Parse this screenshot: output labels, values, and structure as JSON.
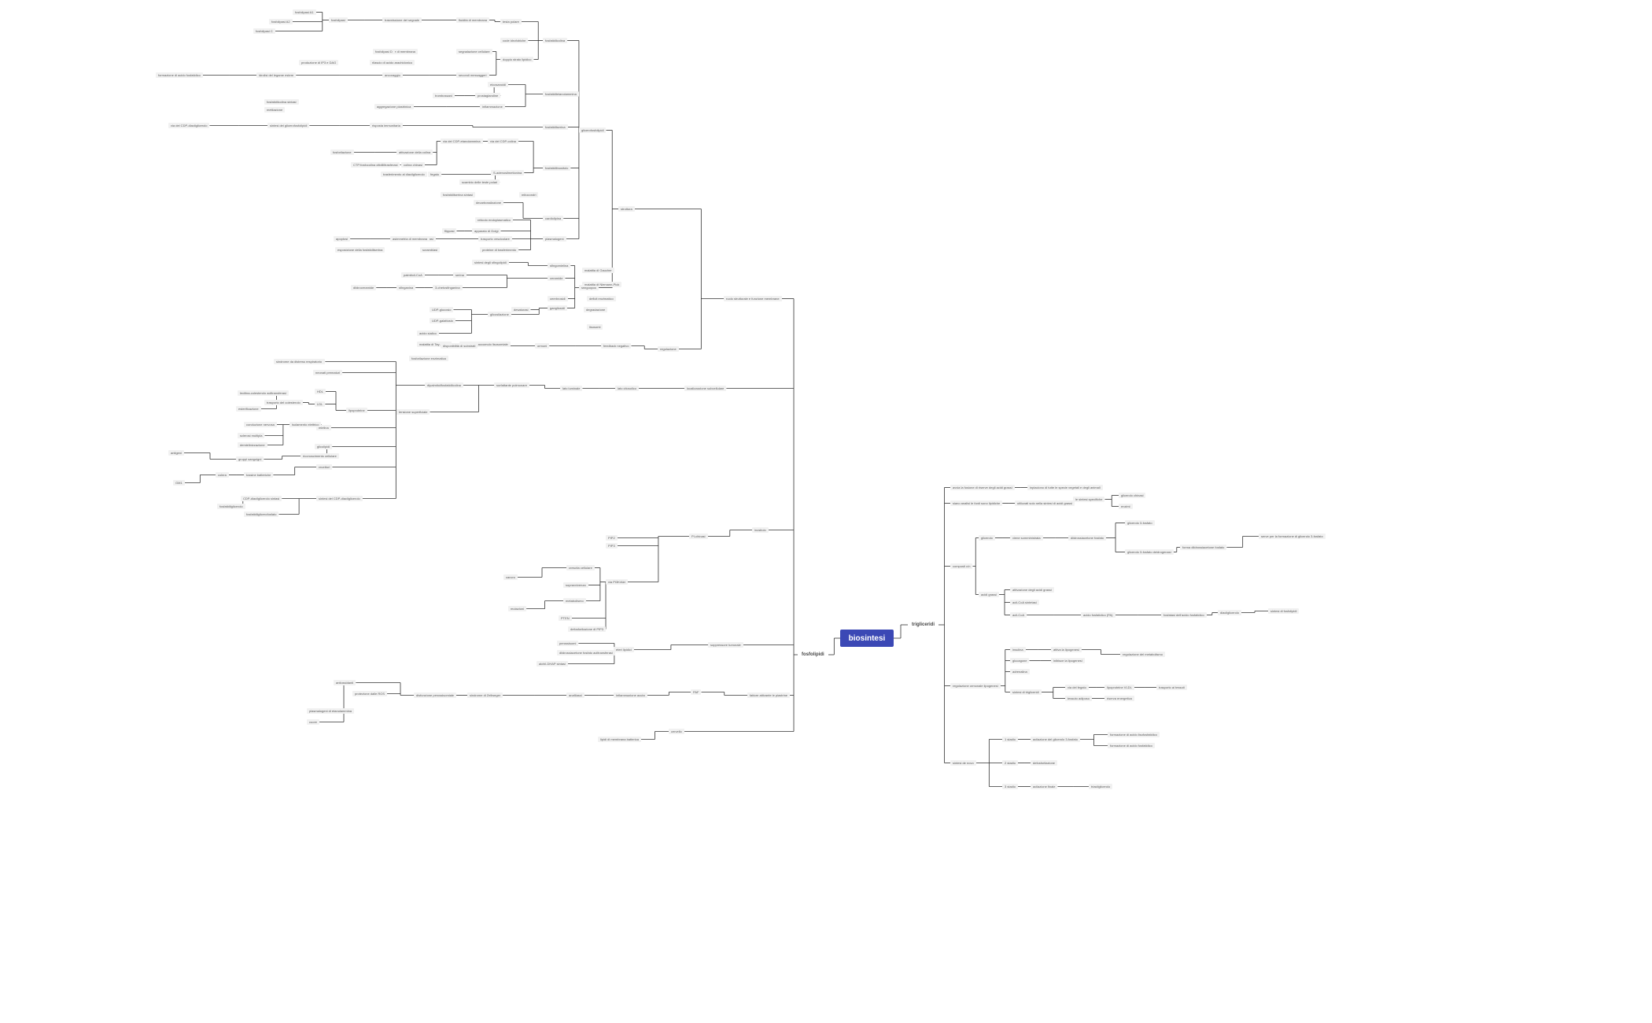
{
  "map": {
    "root": "biosintesi",
    "colors": {
      "root": "#3b48b5",
      "line": "#333333",
      "node_bg": "#f1f1f1"
    },
    "branches": {
      "trigliceridi": "trigliceridi",
      "fosfolipidi": "fosfolipidi"
    },
    "trig": {
      "n1": "avvia la fusione di riserve degli acidi grassi",
      "n2": "inpiaciono di tutte le specie vegetali e degli animali",
      "n3": "siano analisi le fonti sono lipidiche",
      "n4": "utilizzati solo nella sintesi di acidi grassi",
      "n5": "le sintesi specifiche",
      "n6": "glicerolo chinasi",
      "n7": "enzimi",
      "n8": "composti c/n",
      "n9": "glicerolo",
      "n10": "viene somministrata",
      "n11": "diidrossiacetone fosfato",
      "n12": "glicerolo 3-fosfato",
      "n13": "glicerolo 3-fosfato deidrogenasi",
      "n14": "forma diidrossiacetone fosfato",
      "n15": "serve per la formazione di glicerolo 3-fosfato",
      "n16": "acidi grassi",
      "n17": "attivazione degli acidi grassi",
      "n18": "acil-CoA sintetasi",
      "n19": "acil-CoA",
      "n20": "acido fosfatidico (PA)",
      "n21": "fosfatasi dell'acido fosfatidico",
      "n22": "diacilglicerolo",
      "n23": "sintesi di fosfolipidi",
      "n24": "regolazione ormonale lipogenesi",
      "n25": "insulina",
      "n26": "glucagone",
      "n27": "adrenalina",
      "n28": "attiva la lipogenesi",
      "n29": "inibisce la lipogenesi",
      "n30": "regolazione del metabolismo",
      "n31": "sintesi di trigliceridi",
      "n32": "via del fegato",
      "n33": "lipoproteine VLDL",
      "n34": "trasporto ai tessuti",
      "n35": "tessuto adiposo",
      "n36": "riserva energetica",
      "n37": "sintesi de novo",
      "n38": "1 stadio",
      "n39": "2 stadio",
      "n40": "3 stadio",
      "n41": "acilazione del glicerolo 3-fosfato",
      "n42": "formazione di acido lisofosfatidico",
      "n43": "formazione di acido fosfatidico",
      "n44": "defosforilazione",
      "n45": "acilazione finale",
      "n46": "triacilglicerolo"
    },
    "fosf": {
      "f1": "ruolo strutturale e funzione membrane",
      "f2": "struttura",
      "f3": "glicerofosfolipidi",
      "f4": "sfingolipidi",
      "f5": "fosfatidilcolina",
      "f6": "fosfatidiletanolammina",
      "f7": "fosfatidilserina",
      "f8": "fosfatidilinositolo",
      "f9": "cardiolipina",
      "f10": "plasmalogeni",
      "f11": "sfingomielina",
      "f12": "ceramide",
      "f13": "cerebrosidi",
      "f14": "gangliosidi",
      "f15": "testa polare",
      "f16": "code idrofobiche",
      "f17": "doppio strato lipidico",
      "f18": "fluidità di membrana",
      "f19": "segnalazione cellulare",
      "f20": "secondi messaggeri",
      "f21": "trasmissione del segnale",
      "f22": "proteine di membrana",
      "f23": "ancoraggio",
      "f24": "fosfolipasi",
      "f25": "fosfolipasi A1",
      "f26": "fosfolipasi A2",
      "f27": "fosfolipasi C",
      "f28": "fosfolipasi D",
      "f29": "rilascio di acido arachidonico",
      "f30": "produzione di IP3 e DAG",
      "f31": "idrolisi del legame estere",
      "f32": "formazione di acido fosfatidico",
      "f33": "eicosanoidi",
      "f34": "prostaglandine",
      "f35": "trombossani",
      "f36": "leucotrieni",
      "f37": "infiammazione",
      "f38": "aggregazione piastrinica",
      "f39": "risposta immunitaria",
      "f40": "sintesi dei glicerofosfolipidi",
      "f41": "via del CDP-diacilglicerolo",
      "f42": "via del CDP-colina",
      "f43": "via del CDP-etanolammina",
      "f44": "attivazione della colina",
      "f45": "fosforilazione",
      "f46": "colina chinasi",
      "f47": "CTP:fosfocolina citidililtrasferasi",
      "f48": "trasferimento al diacilglicerolo",
      "f49": "fosfatidilcolina sintasi",
      "f50": "metilazione",
      "f51": "S-adenosilmetionina",
      "f52": "fegato",
      "f53": "scambio delle teste polari",
      "f54": "fosfatidilserina sintasi",
      "f55": "decarbossilazione",
      "f56": "mitocondri",
      "f57": "reticolo endoplasmatico",
      "f58": "apparato di Golgi",
      "f59": "trasporto vescicolare",
      "f60": "proteine di trasferimento",
      "f61": "flippasi",
      "f62": "floppasi",
      "f63": "scramblasi",
      "f64": "asimmetria di membrana",
      "f65": "apoptosi",
      "f66": "esposizione della fosfatidilserina",
      "f67": "sintesi degli sfingolipidi",
      "f68": "serina",
      "f69": "palmitoil-CoA",
      "f70": "3-chetosfinganina",
      "f71": "sfinganina",
      "f72": "diidroceramide",
      "f73": "desaturasi",
      "f74": "glicosilazione",
      "f75": "UDP-glucosio",
      "f76": "UDP-galattosio",
      "f77": "acido sialico",
      "f78": "malattie da accumulo lisosomiale",
      "f79": "malattia di Tay-Sachs",
      "f80": "malattia di Gaucher",
      "f81": "malattia di Niemann-Pick",
      "f82": "deficit enzimatico",
      "f83": "degradazione",
      "f84": "lisosomi",
      "f85": "regolazione",
      "f86": "feedback negativo",
      "f87": "disponibilità di substrati",
      "f88": "ormoni",
      "f89": "fosforilazione enzimatica",
      "f90": "localizzazione subcellulare",
      "f91": "lato citosolico",
      "f92": "lato luminale",
      "f93": "surfattante polmonare",
      "f94": "dipalmitoilfosfatidilcolina",
      "f95": "tensione superficiale",
      "f96": "alveoli",
      "f97": "sindrome da distress respiratorio",
      "f98": "neonati prematuri",
      "f99": "lipoproteine",
      "f100": "HDL",
      "f101": "LDL",
      "f102": "trasporto del colesterolo",
      "f103": "lecitina-colesterolo aciltransferasi",
      "f104": "esterificazione",
      "f105": "mielina",
      "f106": "isolamento elettrico",
      "f107": "conduzione nervosa",
      "f108": "sclerosi multipla",
      "f109": "demielinizzazione",
      "f110": "glicolipidi",
      "f111": "riconoscimento cellulare",
      "f112": "gruppi sanguigni",
      "f113": "antigeni",
      "f114": "recettori",
      "f115": "tossine batteriche",
      "f116": "colera",
      "f117": "GM1",
      "f118": "sintesi del CDP-diacilglicerolo",
      "f119": "CDP-diacilglicerolo sintasi",
      "f120": "fosfatidilglicerolo",
      "f121": "fosfatidilglicerofosfato",
      "f122": "inositolo",
      "f123": "PI-chinasi",
      "f124": "PIP2",
      "f125": "PIP3",
      "f126": "via PI3K/Akt",
      "f127": "crescita cellulare",
      "f128": "sopravvivenza",
      "f129": "metabolismo",
      "f130": "cancro",
      "f131": "mutazioni",
      "f132": "PTEN",
      "f133": "defosforilazione di PIP3",
      "f134": "soppressore tumorale",
      "f135": "eteri lipidici",
      "f136": "perossisomi",
      "f137": "diidrossiacetone fosfato aciltransferasi",
      "f138": "alchil-DHAP sintasi",
      "f139": "fattore attivante le piastrine",
      "f140": "PAF",
      "f141": "infiammazione acuta",
      "f142": "anafilassi",
      "f143": "sindrome di Zellweger",
      "f144": "disfunzione perossisomiale",
      "f145": "antiossidanti",
      "f146": "protezione dalle ROS",
      "f147": "plasmalogeni di etanolammina",
      "f148": "cuore",
      "f149": "cervello",
      "f150": "lipidi di membrana batterica"
    }
  }
}
